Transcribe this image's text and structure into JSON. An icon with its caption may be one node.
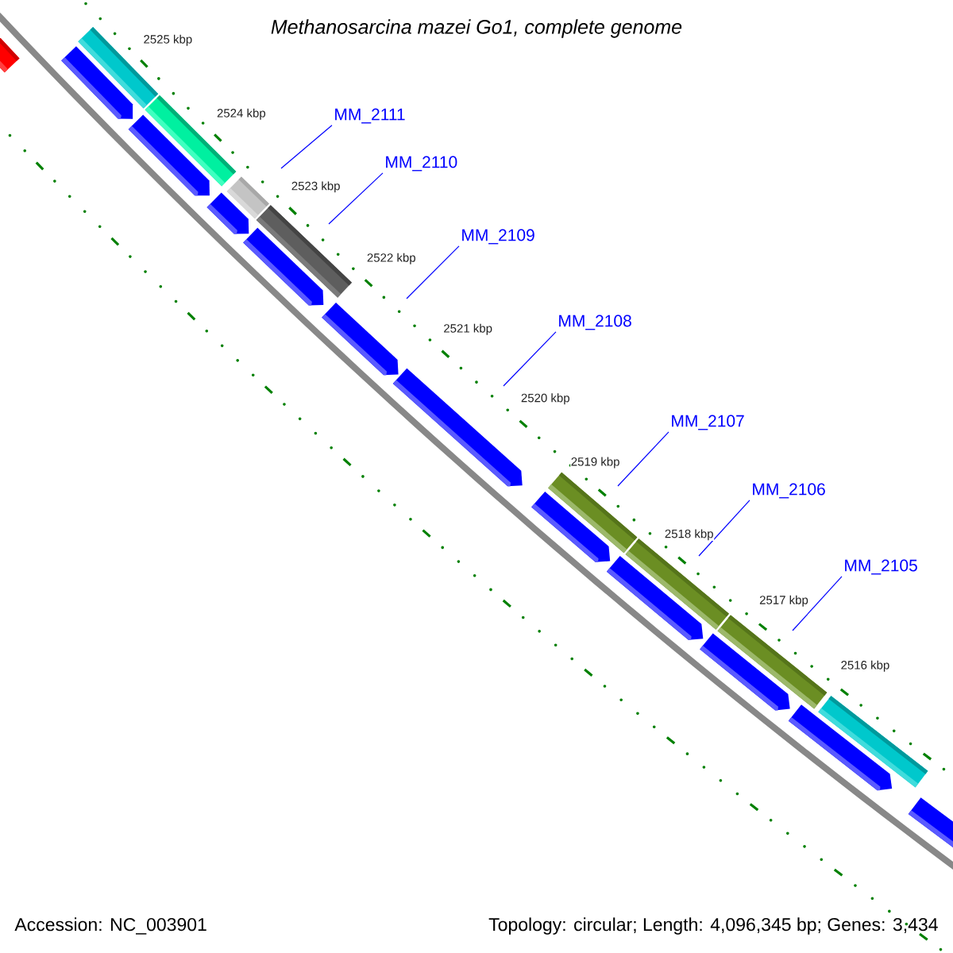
{
  "diagram": {
    "title": "Methanosarcina mazei Go1, complete genome",
    "nodes": [
      {
        "text": [
          "MM_2111"
        ]
      },
      {
        "text": [
          "MM_2110"
        ]
      },
      {
        "text": [
          "MM_2109"
        ]
      },
      {
        "text": [
          "MM_2108"
        ]
      },
      {
        "text": [
          "MM_2107"
        ]
      },
      {
        "text": [
          "MM_2106"
        ]
      },
      {
        "text": [
          "MM_2105"
        ]
      }
    ],
    "edges": [
      {
        "from": 0,
        "to": null,
        "arrow": "none"
      },
      {
        "from": 1,
        "to": null,
        "arrow": "none"
      },
      {
        "from": 2,
        "to": null,
        "arrow": "none"
      },
      {
        "from": 3,
        "to": null,
        "arrow": "none"
      },
      {
        "from": 4,
        "to": null,
        "arrow": "none"
      },
      {
        "from": 5,
        "to": null,
        "arrow": "none"
      },
      {
        "from": 6,
        "to": null,
        "arrow": "none"
      }
    ],
    "labels": [
      "2525 kbp",
      "2524 kbp",
      "2523 kbp",
      "2522 kbp",
      "2521 kbp",
      "2520 kbp",
      "2519 kbp",
      "2518 kbp",
      "2517 kbp",
      "2516 kbp",
      "Accession: NC_003901",
      "Topology: circular; Length: 4,096,345 bp; Genes: 3,434"
    ]
  }
}
